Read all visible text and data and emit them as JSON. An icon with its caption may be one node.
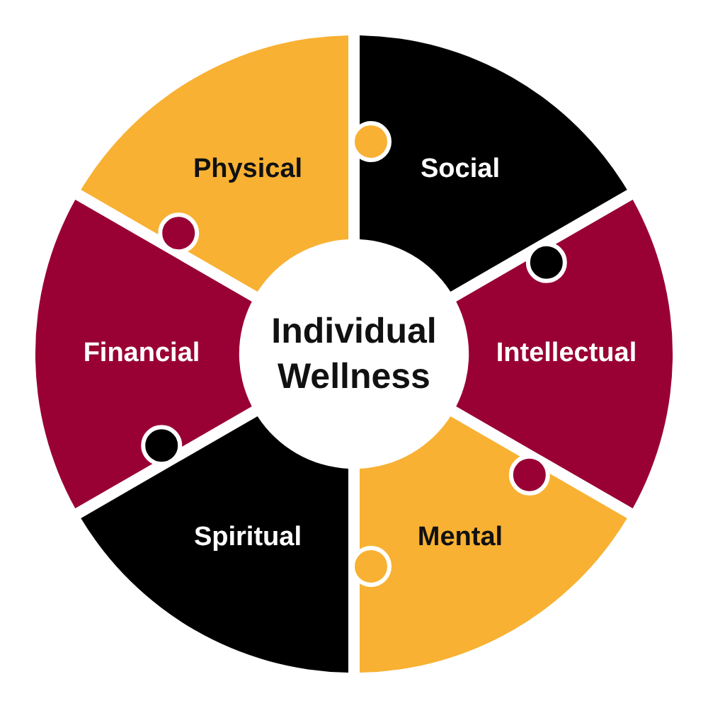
{
  "diagram": {
    "nodes": [
      {
        "text": [
          "Physical"
        ]
      },
      {
        "text": [
          "Social"
        ]
      },
      {
        "text": [
          "Intellectual"
        ]
      },
      {
        "text": [
          "Mental"
        ]
      },
      {
        "text": [
          "Spiritual"
        ]
      },
      {
        "text": [
          "Financial"
        ]
      },
      {
        "text": [
          "Individual Wellness"
        ]
      }
    ]
  }
}
